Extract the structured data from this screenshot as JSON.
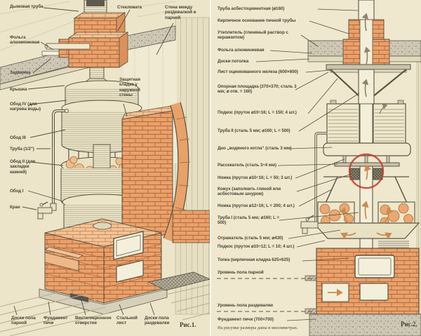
{
  "document": {
    "type": "technical-diagram",
    "language": "ru",
    "subject": "Схема банной печи-каменки: установка и детали конструкции"
  },
  "figure1": {
    "caption": "Рис.1.",
    "labels_left": [
      "Дымовая труба",
      "Фольга алюминиевая",
      "Задвижка",
      "Крышка",
      "Обод IV (для нагрева воды)",
      "Обод III",
      "Труба (1/2″)",
      "Обод II (для закладки камней)",
      "Обод I",
      "Кран"
    ],
    "labels_top": [
      "Стекловата",
      "Стена между раздевалкой и парной"
    ],
    "label_wall": "Защитная кладка у наружной стены",
    "labels_bottom": [
      "Доски пола парной",
      "Фундамент печи",
      "Вентиляционное отверстие",
      "Стальной лист",
      "Доски пола раздевалки"
    ]
  },
  "figure2": {
    "caption": "Рис.2.",
    "labels": [
      "Труба асбестоцементная (⌀160)",
      "Кирпичное основание печной трубы",
      "Утеплитель (глиняный раствор с керамзитом)",
      "Фольга алюминиевая",
      "Доски потолка",
      "Лист оцинкованного железа (600×600)",
      "Опорная площадка (370×370; сталь 3 мм; ⌀ отв. = 160)",
      "Подкос (пруток ⌀10÷16; L = 150; 4 шт.)",
      "Труба II (сталь 5 мм; ⌀160; L = 500)",
      "Дно „водяного котла“ (сталь 3 мм)",
      "Рассекатель (сталь 3÷4 мм)",
      "Ножка (пруток ⌀10÷16; L = 50; 3 шт.)",
      "Кожух (заполнить глиной или асбестовым шнуром)",
      "Ножка (пруток ⌀12÷16; L = 200; 4 шт.)",
      "Труба I (сталь 5 мм; ⌀160; L = 500)",
      "Отражатель (сталь 5 мм; ⌀430)",
      "Подкос (пруток ⌀10÷12; L = 10; 4 шт.)",
      "Топка (кирпичная кладка 625×625)",
      "Уровень пола парной",
      "Уровень пола раздевалки",
      "Фундамент печи (700×700)"
    ],
    "footnote": "На рисунке размеры даны в миллиметрах."
  },
  "colors": {
    "paper": "#ece5ca",
    "brick": "#e9a16a",
    "brick_joint": "#b4683c",
    "ink": "#5b5545",
    "label_text": "#4b4636",
    "insulation_gray": "#cdc7b3",
    "highlight_circle_red": "#c23b2b",
    "flame_arrow": "#cc8a50"
  }
}
